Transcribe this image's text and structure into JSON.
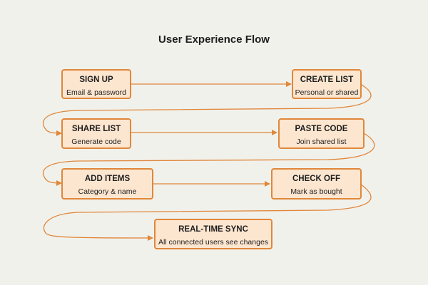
{
  "title": "User Experience Flow",
  "colors": {
    "background": "#f1f1ec",
    "node_fill": "#fde6d0",
    "node_border": "#e0873a",
    "connector": "#e0873a"
  },
  "nodes": [
    {
      "id": "sign-up",
      "label": "SIGN UP",
      "sub": "Email & password"
    },
    {
      "id": "create-list",
      "label": "CREATE LIST",
      "sub": "Personal or shared"
    },
    {
      "id": "share-list",
      "label": "SHARE LIST",
      "sub": "Generate code"
    },
    {
      "id": "paste-code",
      "label": "PASTE CODE",
      "sub": "Join shared list"
    },
    {
      "id": "add-items",
      "label": "ADD ITEMS",
      "sub": "Category & name"
    },
    {
      "id": "check-off",
      "label": "CHECK OFF",
      "sub": "Mark as bought"
    },
    {
      "id": "real-time-sync",
      "label": "REAL-TIME SYNC",
      "sub": "All connected users see changes"
    }
  ]
}
